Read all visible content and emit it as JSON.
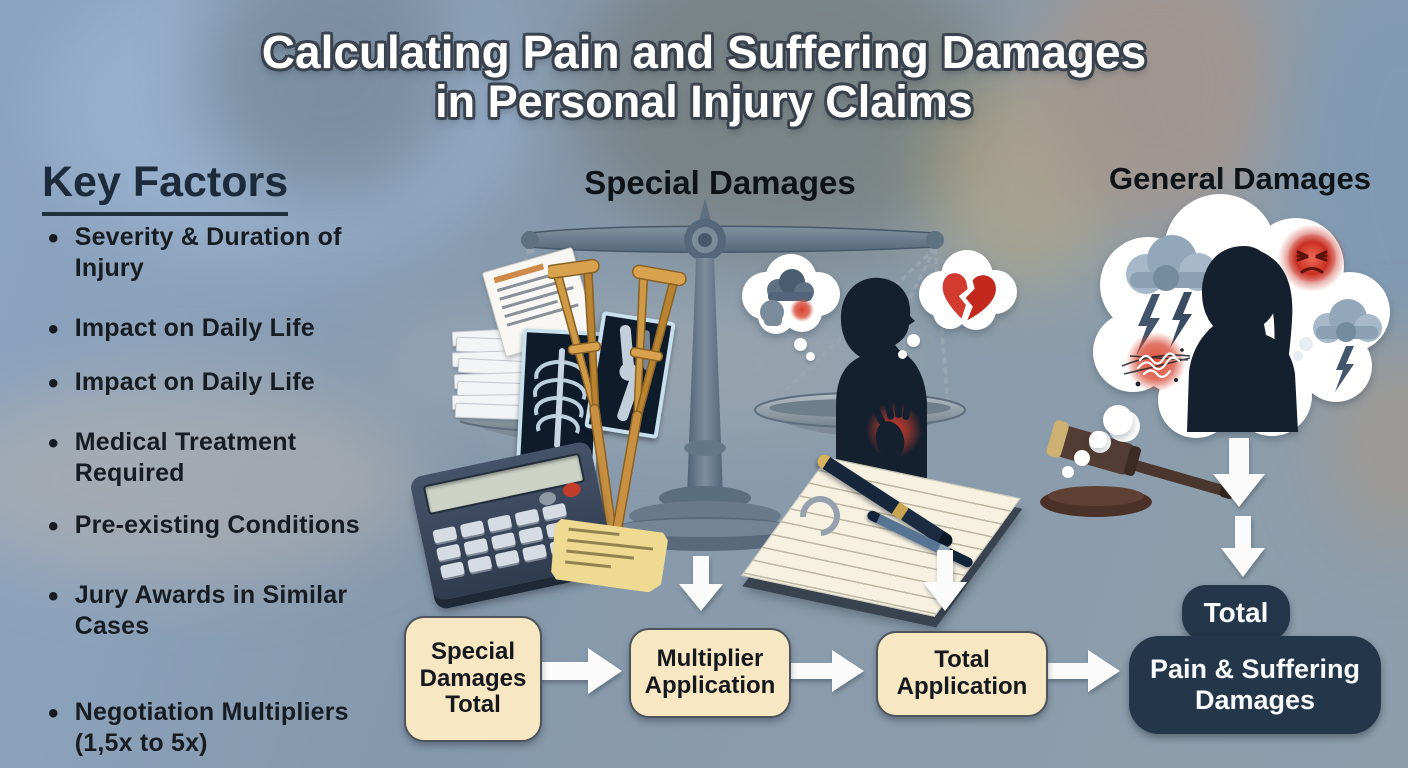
{
  "title": {
    "line1": "Calculating Pain and Suffering Damages",
    "line2": "in Personal Injury Claims"
  },
  "key_factors": {
    "heading": "Key Factors",
    "items": [
      "Severity & Duration of Injury",
      "Impact on Daily Life",
      "Impact on Daily Life",
      "Medical Treatment Required",
      "Pre-existing Conditions",
      "Jury Awards in Similar Cases",
      "Negotiation Multipliers (1,5x to 5x)"
    ]
  },
  "sections": {
    "special_heading": "Special Damages",
    "general_heading": "General Damages"
  },
  "flow": {
    "step1": "Special Damages Total",
    "step2": "Multiplier Application",
    "step3": "Total Application",
    "final_top": "Total",
    "final_main": "Pain & Suffering Damages"
  },
  "icons": {
    "balance-scale-icon": "grey justice scale with two hanging pans",
    "medical-bills-icon": "stack of white invoices on left pan",
    "xray-chest-icon": "dark x-ray film of ribcage",
    "xray-knee-icon": "dark x-ray film of leg bones",
    "crutches-icon": "two crossed wooden crutches",
    "injured-person-icon": "navy silhouette holding chest with red pain glow",
    "thought-bubble-icon": "white cloud bubble",
    "storm-cloud-icon": "grey cloud with dark lightning bolts",
    "broken-heart-icon": "red heart split by a crack",
    "calculator-icon": "grey calculator with red key",
    "receipt-icon": "yellow paper receipt",
    "notepad-icon": "lined notepad with two pens",
    "gavel-icon": "brown judge gavel on round base",
    "woman-silhouette-icon": "navy woman profile with ponytail",
    "angry-pain-face-icon": "red glowing wincing face",
    "pain-scribble-icon": "red spot with white scribble",
    "arrow-right-icon": "white block arrow pointing right",
    "arrow-down-icon": "white block arrow pointing down"
  },
  "colors": {
    "background_slate": "#8a9cab",
    "box_cream": "#f7e7c2",
    "box_border": "#4e545c",
    "box_navy": "#24364a",
    "heading_navy": "#1c2b3c",
    "arrow_white": "#fbfbfb",
    "pain_red": "#cf3a2c",
    "wood_tan": "#d29a43",
    "gavel_brown": "#523c33"
  }
}
